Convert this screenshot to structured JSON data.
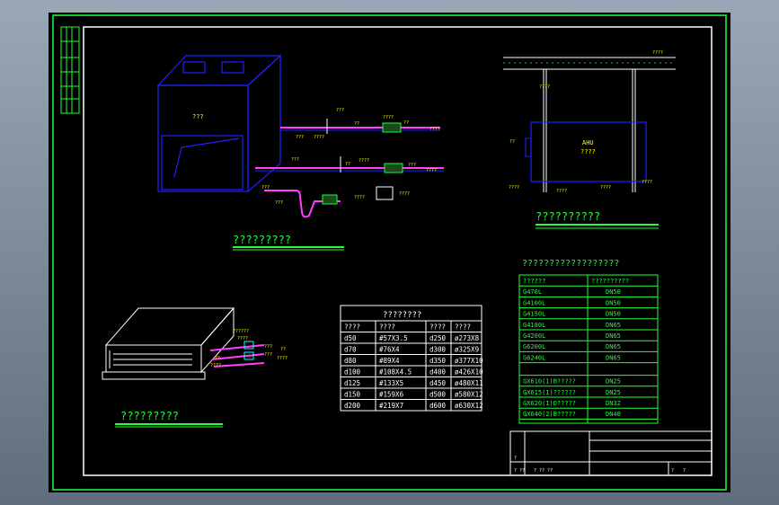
{
  "colors": {
    "background": "#000000",
    "window_bg": "#8f9cac",
    "frame_green": "#1fff3a",
    "border_white": "#ffffff",
    "equipment_blue": "#2020ff",
    "pipe_magenta": "#ff40ff",
    "text_yellow": "#ffff00",
    "text_cyan": "#00ffff"
  },
  "drawing": {
    "ahu_label": "???",
    "ahu_section": {
      "title": "?????????",
      "pipe_labels": [
        "???",
        "??",
        "????",
        "??",
        "????",
        "???",
        "????",
        "????",
        "???",
        "??",
        "???",
        "????",
        "???",
        "???",
        "????",
        "????"
      ]
    },
    "ceiling_section": {
      "unit_label_1": "AHU",
      "unit_label_2": "????",
      "title": "??????????",
      "labels": [
        "????",
        "????",
        "??",
        "????",
        "????",
        "????",
        "????"
      ]
    },
    "fcu_section": {
      "title": "?????????",
      "labels": [
        "??????",
        "????",
        "???",
        "??",
        "???",
        "????",
        "??",
        "????"
      ]
    },
    "pipe_table": {
      "title": "????????",
      "headers": [
        "????",
        "????",
        "????",
        "????"
      ],
      "rows": [
        [
          "d50",
          "#57X3.5",
          "d250",
          "ø273X8"
        ],
        [
          "d70",
          "#76X4",
          "d300",
          "ø325X9"
        ],
        [
          "d80",
          "#89X4",
          "d350",
          "ø377X10"
        ],
        [
          "d100",
          "#108X4.5",
          "d400",
          "ø426X10"
        ],
        [
          "d125",
          "#133X5",
          "d450",
          "ø480X11"
        ],
        [
          "d150",
          "#159X6",
          "d500",
          "ø580X12"
        ],
        [
          "d200",
          "#219X7",
          "d600",
          "ø630X12"
        ]
      ]
    },
    "model_table": {
      "title": "??????????????????",
      "headers": [
        "??????",
        "??????????"
      ],
      "rows_top": [
        [
          "G470L",
          "DN50"
        ],
        [
          "G4100L",
          "DN50"
        ],
        [
          "G4150L",
          "DN50"
        ],
        [
          "G4180L",
          "DN65"
        ],
        [
          "G4200L",
          "DN65"
        ],
        [
          "G6200L",
          "DN65"
        ],
        [
          "G6240L",
          "DN65"
        ]
      ],
      "rows_bottom": [
        [
          "GX610(1)B?????",
          "DN25"
        ],
        [
          "GX615(1)??????",
          "DN25"
        ],
        [
          "GX620(1)D?????",
          "DN32"
        ],
        [
          "GX640(2)B?????",
          "DN40"
        ]
      ]
    },
    "title_block": {
      "left_labels": [
        "?",
        "? ??",
        "? ?? ??"
      ],
      "right_labels": [
        "?",
        "?"
      ]
    }
  }
}
